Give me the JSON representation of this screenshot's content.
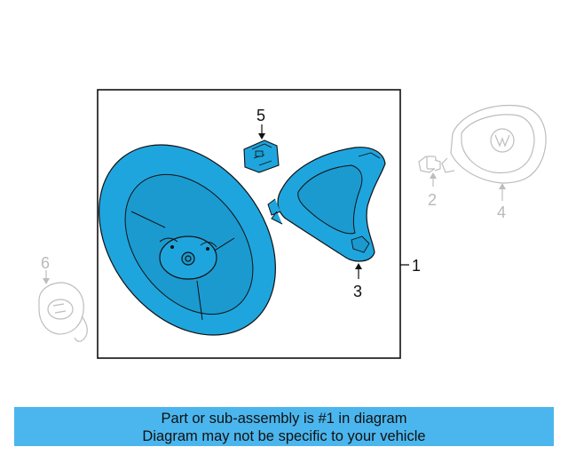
{
  "callouts": {
    "part_1": "1",
    "part_2": "2",
    "part_3": "3",
    "part_4": "4",
    "part_5": "5",
    "part_6": "6"
  },
  "colors": {
    "highlight": "#4bb6ee",
    "part_fill": "#1fa5dd",
    "faded_part": "#c8c8c8",
    "outline": "#111111"
  },
  "caption": {
    "line1": "Part or sub-assembly is #1 in diagram",
    "line2": "Diagram may not be specific to your vehicle"
  }
}
